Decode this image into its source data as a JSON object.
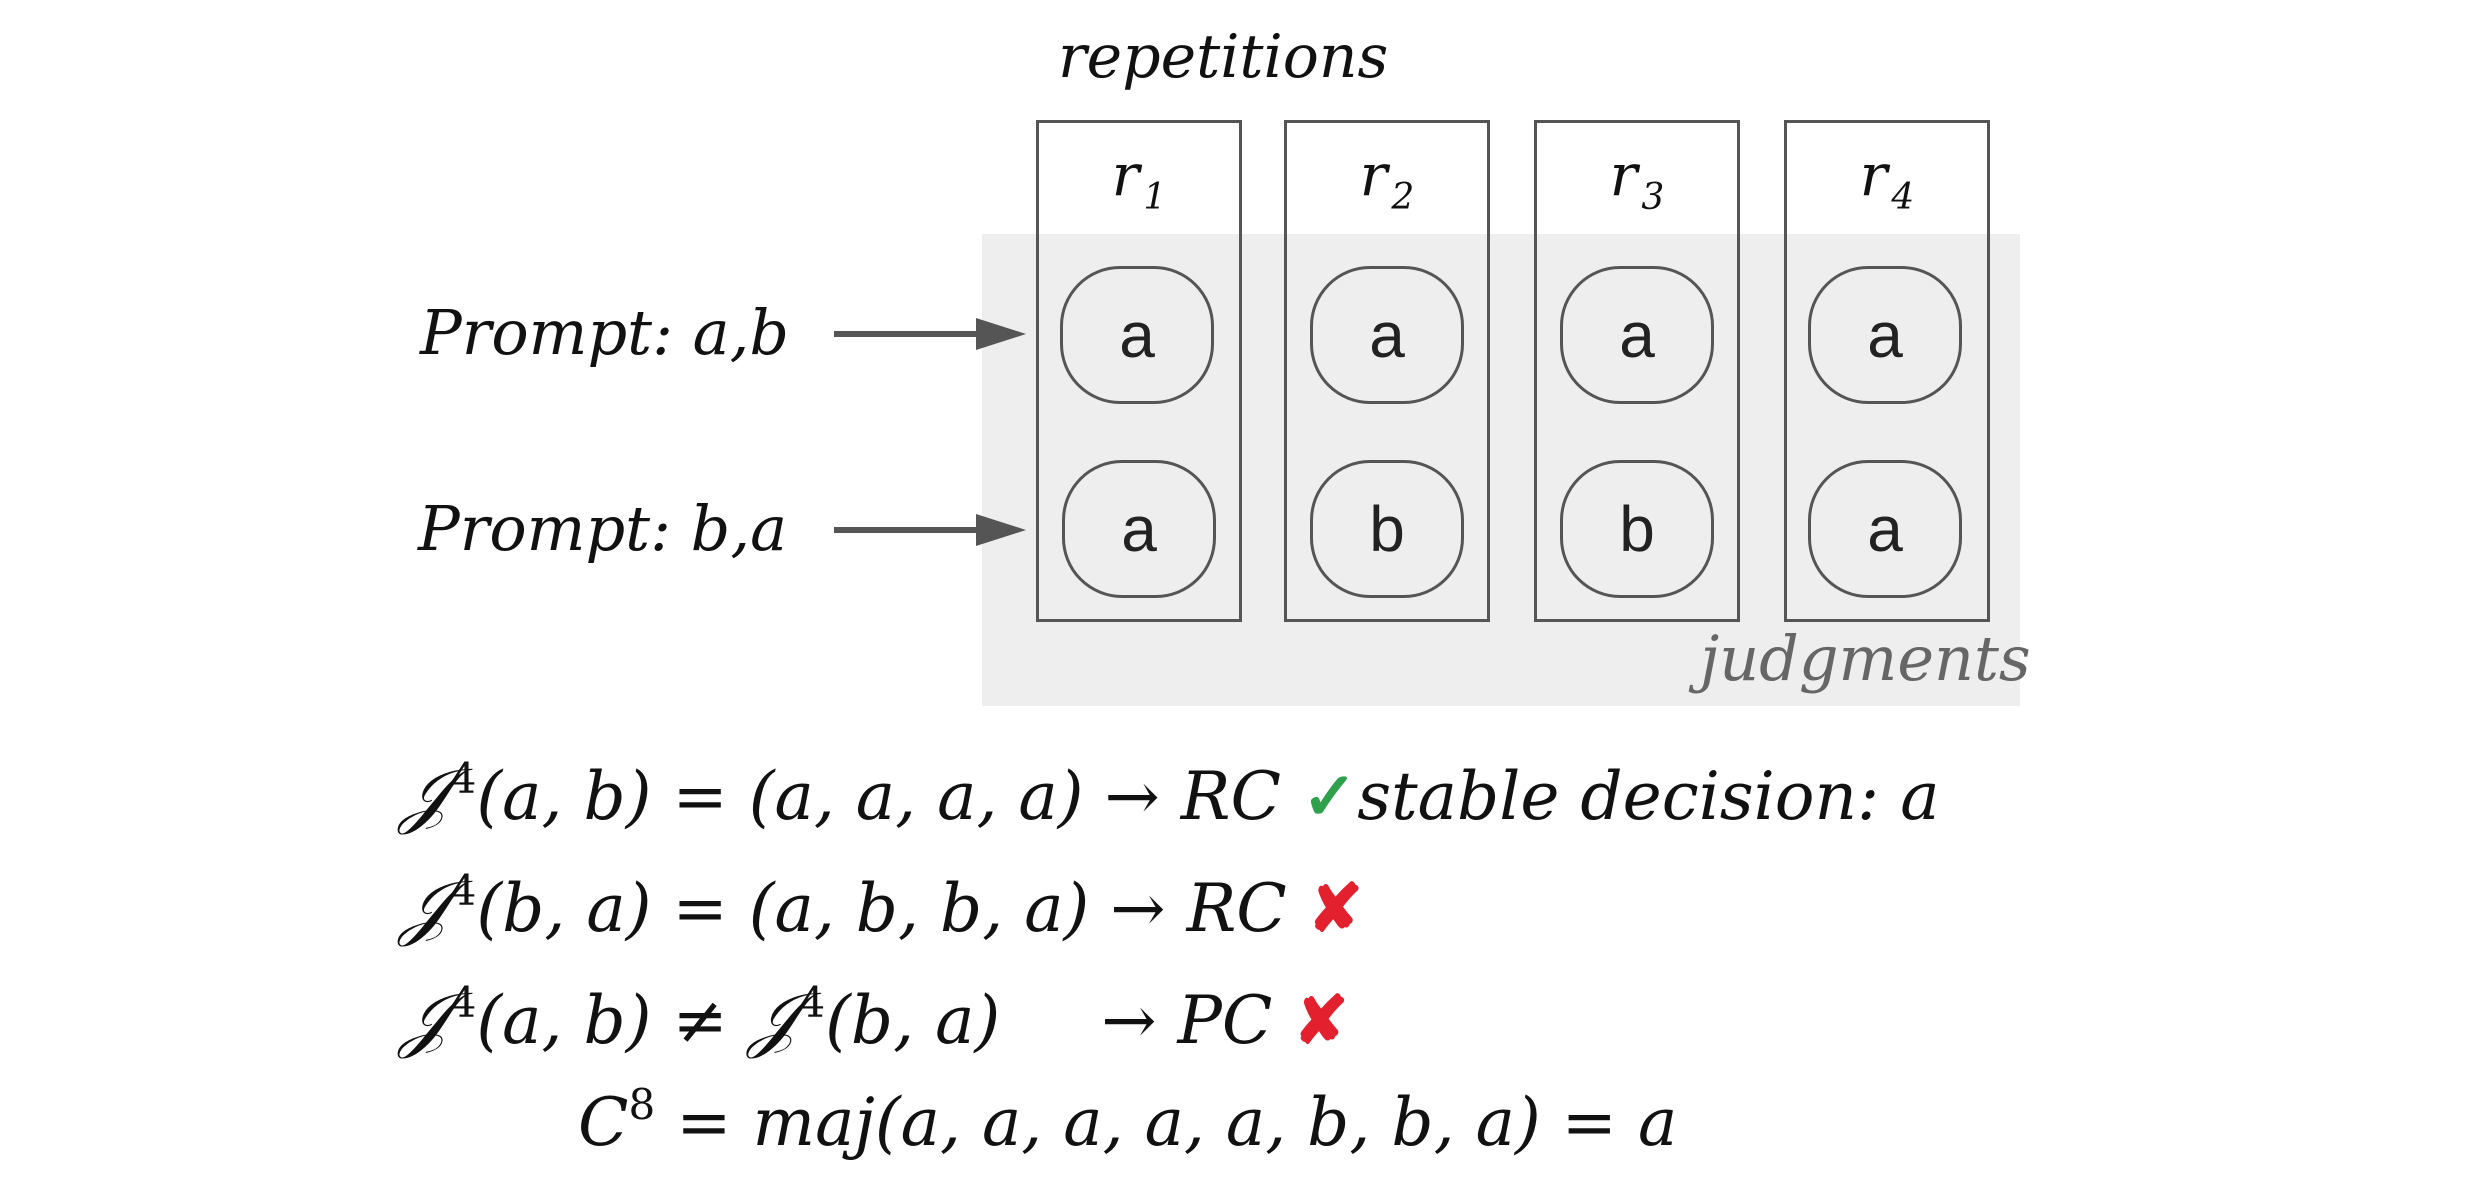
{
  "header": {
    "repetitions_label": "repetitions"
  },
  "columns": [
    {
      "label": "r",
      "sub": "1",
      "top": "a",
      "bottom": "a"
    },
    {
      "label": "r",
      "sub": "2",
      "top": "a",
      "bottom": "b"
    },
    {
      "label": "r",
      "sub": "3",
      "top": "a",
      "bottom": "b"
    },
    {
      "label": "r",
      "sub": "4",
      "top": "a",
      "bottom": "a"
    }
  ],
  "prompts": [
    {
      "text": "Prompt: a,b"
    },
    {
      "text": "Prompt: b,a"
    }
  ],
  "judgments_label": "judgments",
  "equations": [
    {
      "lhs": "𝒥",
      "sup": "4",
      "args": "(a, b) = (a, a, a, a)",
      "arrow": "→ RC",
      "mark": "✓",
      "note": "stable decision: a"
    },
    {
      "lhs": "𝒥",
      "sup": "4",
      "args": "(b, a) = (a, b, b, a)",
      "arrow": "→ RC",
      "mark": "✘",
      "note": ""
    },
    {
      "lhs": "𝒥",
      "sup": "4",
      "args": "(a, b) ≠ ",
      "lhs2": "𝒥",
      "sup2": "4",
      "args2": "(b, a)",
      "arrow": "→ PC",
      "mark": "✘"
    },
    {
      "text": "C",
      "sup": "8",
      "rest": " = maj(a, a, a, a, a, b, b, a) = a"
    }
  ],
  "colors": {
    "check": "#2fa04b",
    "cross": "#e3202e",
    "box_border": "#555555",
    "judgments_bg": "#eeeeee"
  }
}
